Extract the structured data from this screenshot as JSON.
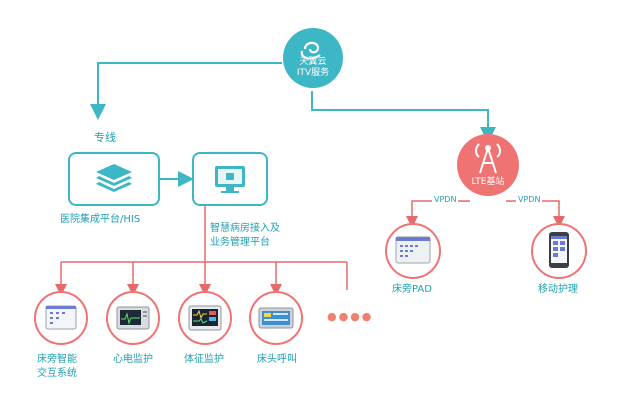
{
  "colors": {
    "teal": "#3db6c5",
    "teal_text": "#1f9fb0",
    "red": "#f07373",
    "red_line": "#e66a6a",
    "dots": "#f08070"
  },
  "cloud": {
    "line1": "天翼云",
    "line2": "ITV服务",
    "icon": "cloud-swirl-icon"
  },
  "lte": {
    "label": "LTE基站",
    "icon": "antenna-icon"
  },
  "dedicated_line_label": "专线",
  "his": {
    "label": "医院集成平台/HIS",
    "icon": "stack-layers-icon"
  },
  "smart_ward": {
    "line1": "智慧病房接入及",
    "line2": "业务管理平台",
    "icon": "monitor-icon"
  },
  "vpdn_left": "VPDN",
  "vpdn_right": "VPDN",
  "bedside_pad": {
    "label": "床旁PAD",
    "icon": "tablet-icon"
  },
  "mobile_nursing": {
    "label": "移动护理",
    "icon": "phone-icon"
  },
  "devices": [
    {
      "line1": "床旁智能",
      "line2": "交互系统",
      "icon": "tablet-screen-icon"
    },
    {
      "line1": "心电监护",
      "line2": "",
      "icon": "ecg-monitor-icon"
    },
    {
      "line1": "体征监护",
      "line2": "",
      "icon": "vital-monitor-icon"
    },
    {
      "line1": "床头呼叫",
      "line2": "",
      "icon": "call-terminal-icon"
    }
  ],
  "more_dots": "●●●●"
}
